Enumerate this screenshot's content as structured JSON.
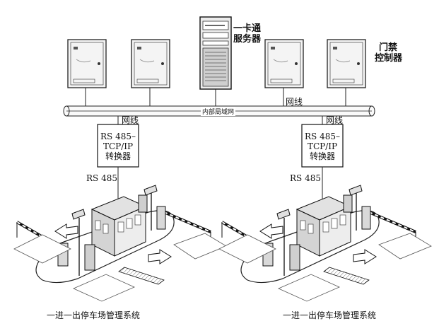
{
  "server": {
    "label_line1": "一卡通",
    "label_line2": "服务器"
  },
  "access_controller": {
    "label_line1": "门禁",
    "label_line2": "控制器"
  },
  "network": {
    "bus_label": "内部局域网",
    "cable_top": "网线",
    "cable_left": "网线",
    "cable_right": "网线"
  },
  "converter_left": {
    "line1": "RS 485–",
    "line2": "TCP/IP",
    "line3": "转换器"
  },
  "converter_right": {
    "line1": "RS 485–",
    "line2": "TCP/IP",
    "line3": "转换器"
  },
  "rs485_left": "RS 485",
  "rs485_right": "RS 485",
  "captions": {
    "left": "一进一出停车场管理系统",
    "right": "一进一出停车场管理系统"
  }
}
